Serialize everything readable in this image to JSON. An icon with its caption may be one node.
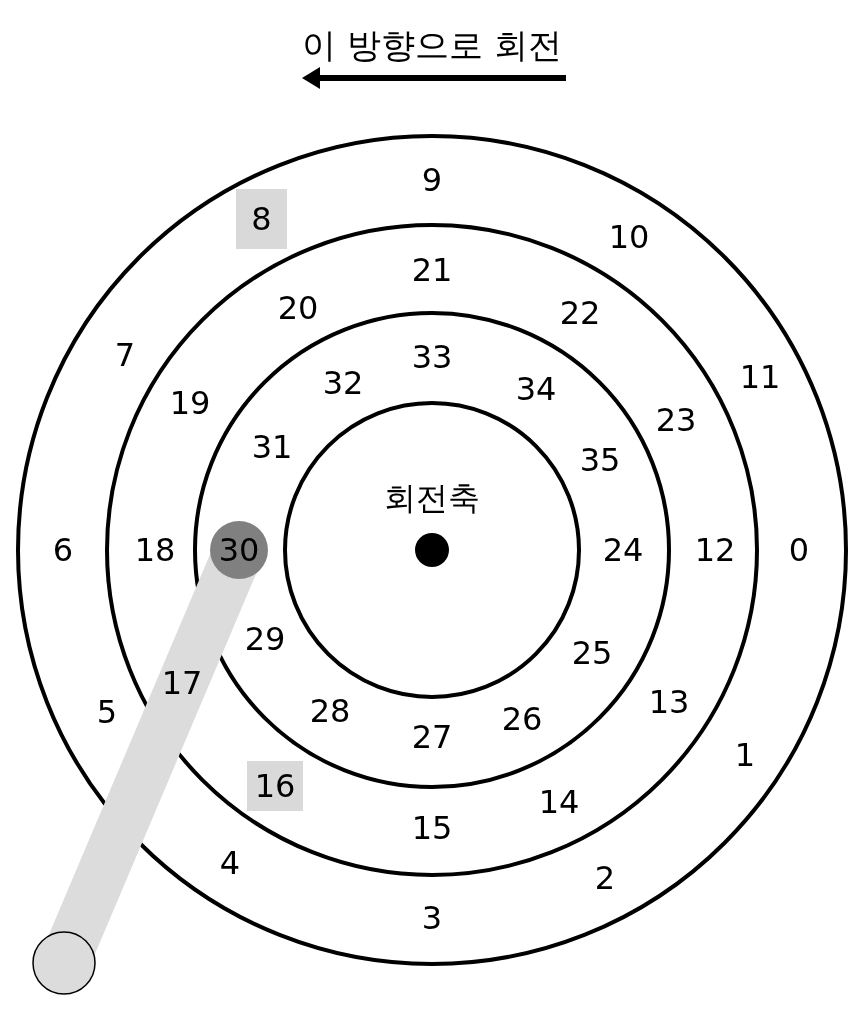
{
  "diagram": {
    "nodes": [
      {
        "text": [
          "0",
          "1",
          "2",
          "3",
          "4",
          "5",
          "6",
          "7",
          "9",
          "10",
          "11"
        ]
      },
      {
        "text": [
          "8"
        ],
        "in": 0
      },
      {
        "text": [
          "12",
          "13",
          "14",
          "15",
          "17",
          "18",
          "19",
          "20",
          "21",
          "22",
          "23"
        ],
        "in": 0
      },
      {
        "text": [
          "16"
        ],
        "in": 2
      },
      {
        "text": [
          "24",
          "25",
          "26",
          "27",
          "28",
          "29",
          "31",
          "32",
          "33",
          "34",
          "35"
        ],
        "in": 2
      },
      {
        "text": [
          "30"
        ],
        "in": 4
      },
      {
        "text": [
          "회전축"
        ],
        "in": 4
      }
    ],
    "labels": [
      "이 방향으로 회전"
    ]
  }
}
